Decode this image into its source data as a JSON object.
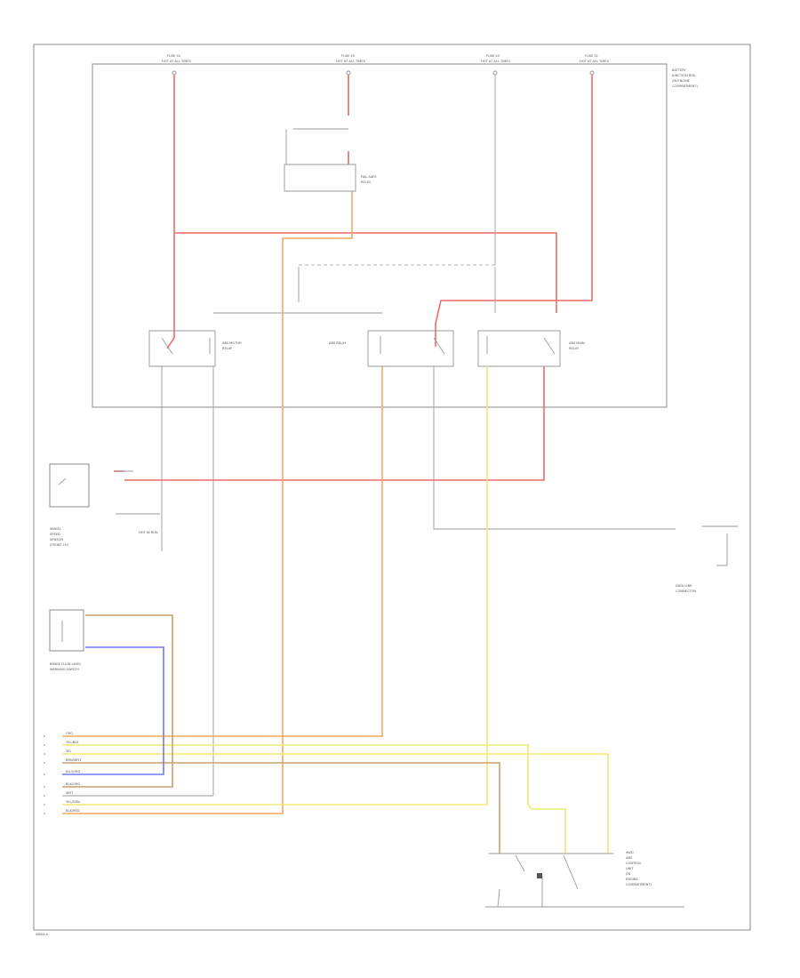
{
  "diagram": {
    "footer_code": "ABS0LA",
    "fuse_box": {
      "fuses": [
        {
          "label": "HOT AT ALL TIMES",
          "ref": "FUSE 50"
        },
        {
          "label": "HOT AT ALL TIMES",
          "ref": "FUSE 49"
        },
        {
          "label": "HOT AT ALL TIMES",
          "ref": "FUSE 10"
        },
        {
          "label": "HOT AT ALL TIMES",
          "ref": "FUSE 51"
        }
      ],
      "box_label_lines": [
        "BATTERY",
        "JUNCTION BOX",
        "(IN ENGINE",
        "COMPARTMENT)"
      ]
    },
    "relays": [
      {
        "name": "ABS MOTOR RELAY",
        "lines": [
          "ABS MOTOR",
          "RELAY"
        ]
      },
      {
        "name": "ABS MAIN RELAY",
        "lines": [
          "ABS MAIN",
          "RELAY"
        ]
      },
      {
        "name": "FAIL-SAFE RELAY",
        "lines": [
          "FAIL-SAFE",
          "RELAY"
        ]
      },
      {
        "name": "ABS RELAY",
        "lines": [
          "ABS RELAY"
        ]
      }
    ],
    "warning_sensor": {
      "lines": [
        "WHEEL",
        "SPEED",
        "SENSOR",
        "(FRONT LH)"
      ],
      "hot_label": "HOT IN RUN"
    },
    "brake_fluid_switch": {
      "lines": [
        "BRAKE FLUID LEVEL",
        "WARNING SWITCH"
      ]
    },
    "dtc_connector": {
      "lines": [
        "DATA LINK",
        "CONNECTOR"
      ]
    },
    "ecu": {
      "lines": [
        "4WD",
        "ABS",
        "CONTROL",
        "UNIT",
        "(IN",
        "ENGINE",
        "COMPARTMENT)"
      ]
    },
    "harness_wires": [
      {
        "color": "ORG"
      },
      {
        "color": "YEL/BLK"
      },
      {
        "color": "YEL"
      },
      {
        "color": "BRN/WHT"
      },
      {
        "color": "BLU/ORG"
      },
      {
        "color": "BLK/ORG"
      },
      {
        "color": "WHT"
      },
      {
        "color": "YEL/GRN"
      },
      {
        "color": "BLK/RED"
      }
    ],
    "wire_colors": {
      "red": "#f06a6a",
      "orange": "#f2a85c",
      "yellow": "#eeea70",
      "blue": "#7777ee",
      "gray": "#9a9a9a",
      "brown": "#c8a070"
    }
  }
}
